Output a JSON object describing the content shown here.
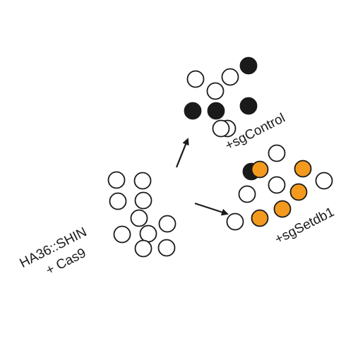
{
  "labels": {
    "start_line1": "HA36::SHIN",
    "start_line2": "+ Cas9",
    "control": "+sgControl",
    "setdb1": "+sgSetdb1"
  },
  "colors": {
    "outline": "#1a1a1a",
    "empty_fill": "#ffffff",
    "dark_fill": "#1a1a1a",
    "orange_fill": "#f39a1e"
  },
  "groups": [
    {
      "name": "start-cells",
      "cells": [
        "empty",
        "empty",
        "empty",
        "empty",
        "empty",
        "empty",
        "empty",
        "empty",
        "empty",
        "empty"
      ]
    },
    {
      "name": "control-cells",
      "cells": [
        "empty",
        "dark",
        "empty",
        "empty",
        "dark",
        "dark",
        "dark",
        "empty",
        "dark",
        "empty"
      ]
    },
    {
      "name": "setdb1-cells",
      "cells": [
        "empty",
        "orange",
        "empty",
        "orange",
        "empty",
        "empty",
        "orange",
        "empty",
        "orange",
        "orange"
      ]
    }
  ]
}
